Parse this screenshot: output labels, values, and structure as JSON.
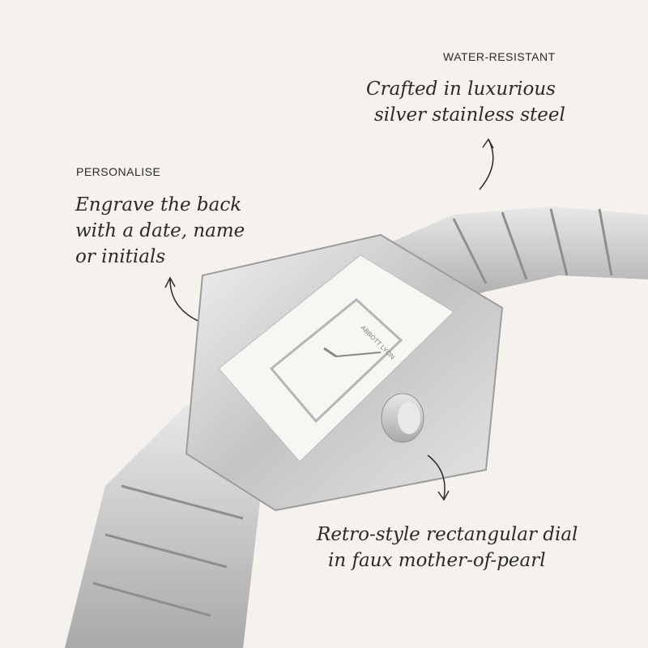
{
  "annotations": {
    "top_right": {
      "label": "WATER-RESISTANT",
      "lines": [
        "Crafted in luxurious",
        "silver stainless steel"
      ]
    },
    "left": {
      "label": "PERSONALISE",
      "lines": [
        "Engrave the back",
        "with a date, name",
        "or initials"
      ]
    },
    "bottom": {
      "lines": [
        "Retro-style rectangular dial",
        "in faux mother-of-pearl"
      ]
    }
  },
  "watch": {
    "brand": "ABBOTT LYON",
    "material_color": "#c9c9c9",
    "dial_color": "#f7f6f2"
  },
  "icons": [
    "arrow-up-icon",
    "arrow-up-icon",
    "arrow-down-icon"
  ]
}
